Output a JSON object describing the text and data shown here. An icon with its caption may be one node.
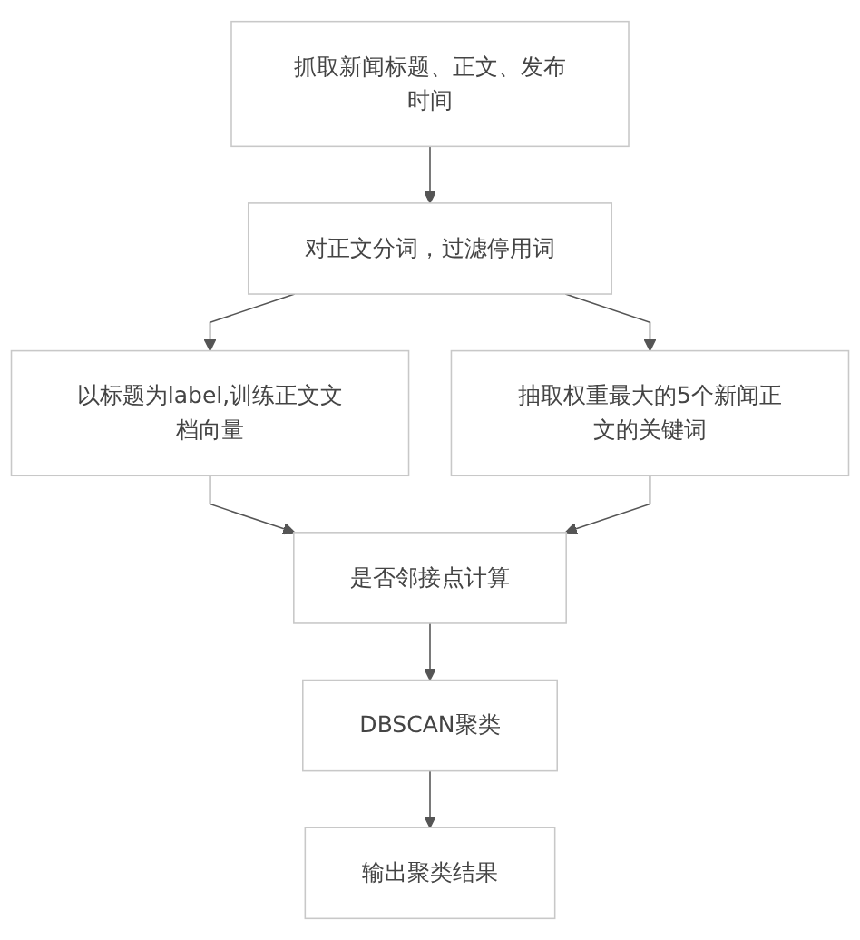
{
  "diagram": {
    "nodes": [
      {
        "text": [
          "抓取新闻标题、正文、发布时间"
        ]
      },
      {
        "text": [
          "对正文分词，过滤停用词"
        ]
      },
      {
        "text": [
          "以标题为label,训练正文文档向量"
        ]
      },
      {
        "text": [
          "抽取权重最大的5个新闻正文的关键词"
        ]
      },
      {
        "text": [
          "是否邻接点计算"
        ]
      },
      {
        "text": [
          "DBSCAN聚类"
        ]
      },
      {
        "text": [
          "输出聚类结果"
        ]
      }
    ],
    "edges": [
      {
        "from": 0,
        "to": 1,
        "arrow": "to"
      },
      {
        "from": 1,
        "to": 2,
        "arrow": "to"
      },
      {
        "from": 1,
        "to": 3,
        "arrow": "to"
      },
      {
        "from": 2,
        "to": 4,
        "arrow": "to"
      },
      {
        "from": 3,
        "to": 4,
        "arrow": "to"
      },
      {
        "from": 4,
        "to": 5,
        "arrow": "to"
      },
      {
        "from": 5,
        "to": 6,
        "arrow": "to"
      }
    ]
  }
}
